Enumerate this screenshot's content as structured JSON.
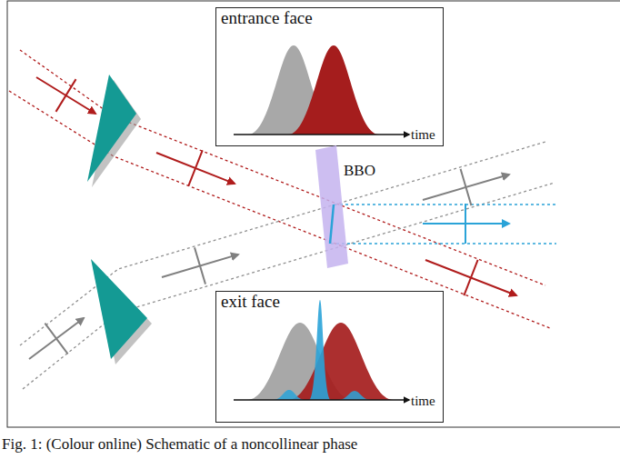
{
  "diagram": {
    "caption": "Fig. 1: (Colour online) Schematic of a noncollinear phase",
    "nodes": [
      {
        "text": [
          "entrance face",
          "time"
        ]
      },
      {
        "text": [
          "BBO"
        ]
      },
      {
        "text": [
          "exit face",
          "time"
        ]
      }
    ]
  }
}
